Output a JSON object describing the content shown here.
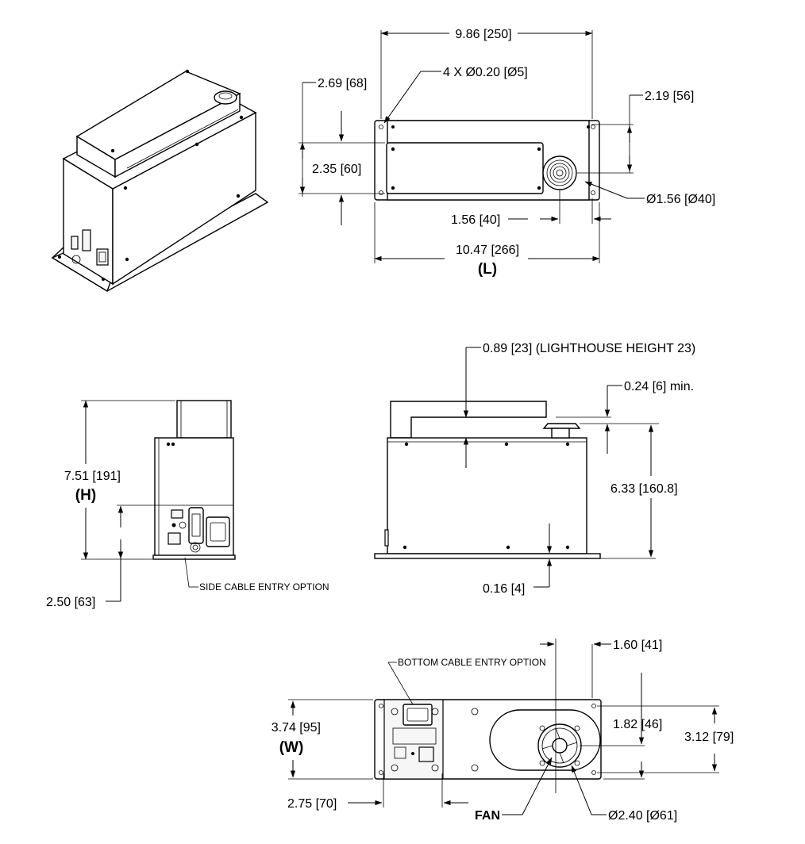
{
  "top_view": {
    "overall_inner_width": "9.86 [250]",
    "hole_callout": "4 X Ø0.20 [Ø5]",
    "left_offset": "2.69 [68]",
    "right_offset": "2.19 [56]",
    "inner_height": "2.35 [60]",
    "lighthouse_diameter": "Ø1.56 [Ø40]",
    "lighthouse_offset": "1.56 [40]",
    "overall_length": "10.47 [266]",
    "length_tag": "(L)"
  },
  "end_view": {
    "total_height": "7.51 [191]",
    "height_tag": "(H)",
    "connector_height": "2.50 [63]",
    "side_cable_note": "SIDE CABLE ENTRY OPTION"
  },
  "side_view": {
    "lighthouse_height": "0.89 [23] (LIGHTHOUSE HEIGHT 23)",
    "min_gap": "0.24 [6] min.",
    "body_height": "6.33 [160.8]",
    "base_thickness": "0.16 [4]"
  },
  "bottom_view": {
    "fan_offset": "1.60 [41]",
    "bottom_cable_note": "BOTTOM CABLE ENTRY OPTION",
    "overall_width": "3.74 [95]",
    "width_tag": "(W)",
    "fan_center_height": "1.82 [46]",
    "mount_spacing": "3.12 [79]",
    "cable_opening_width": "2.75 [70]",
    "fan_label": "FAN",
    "fan_diameter": "Ø2.40 [Ø61]"
  }
}
